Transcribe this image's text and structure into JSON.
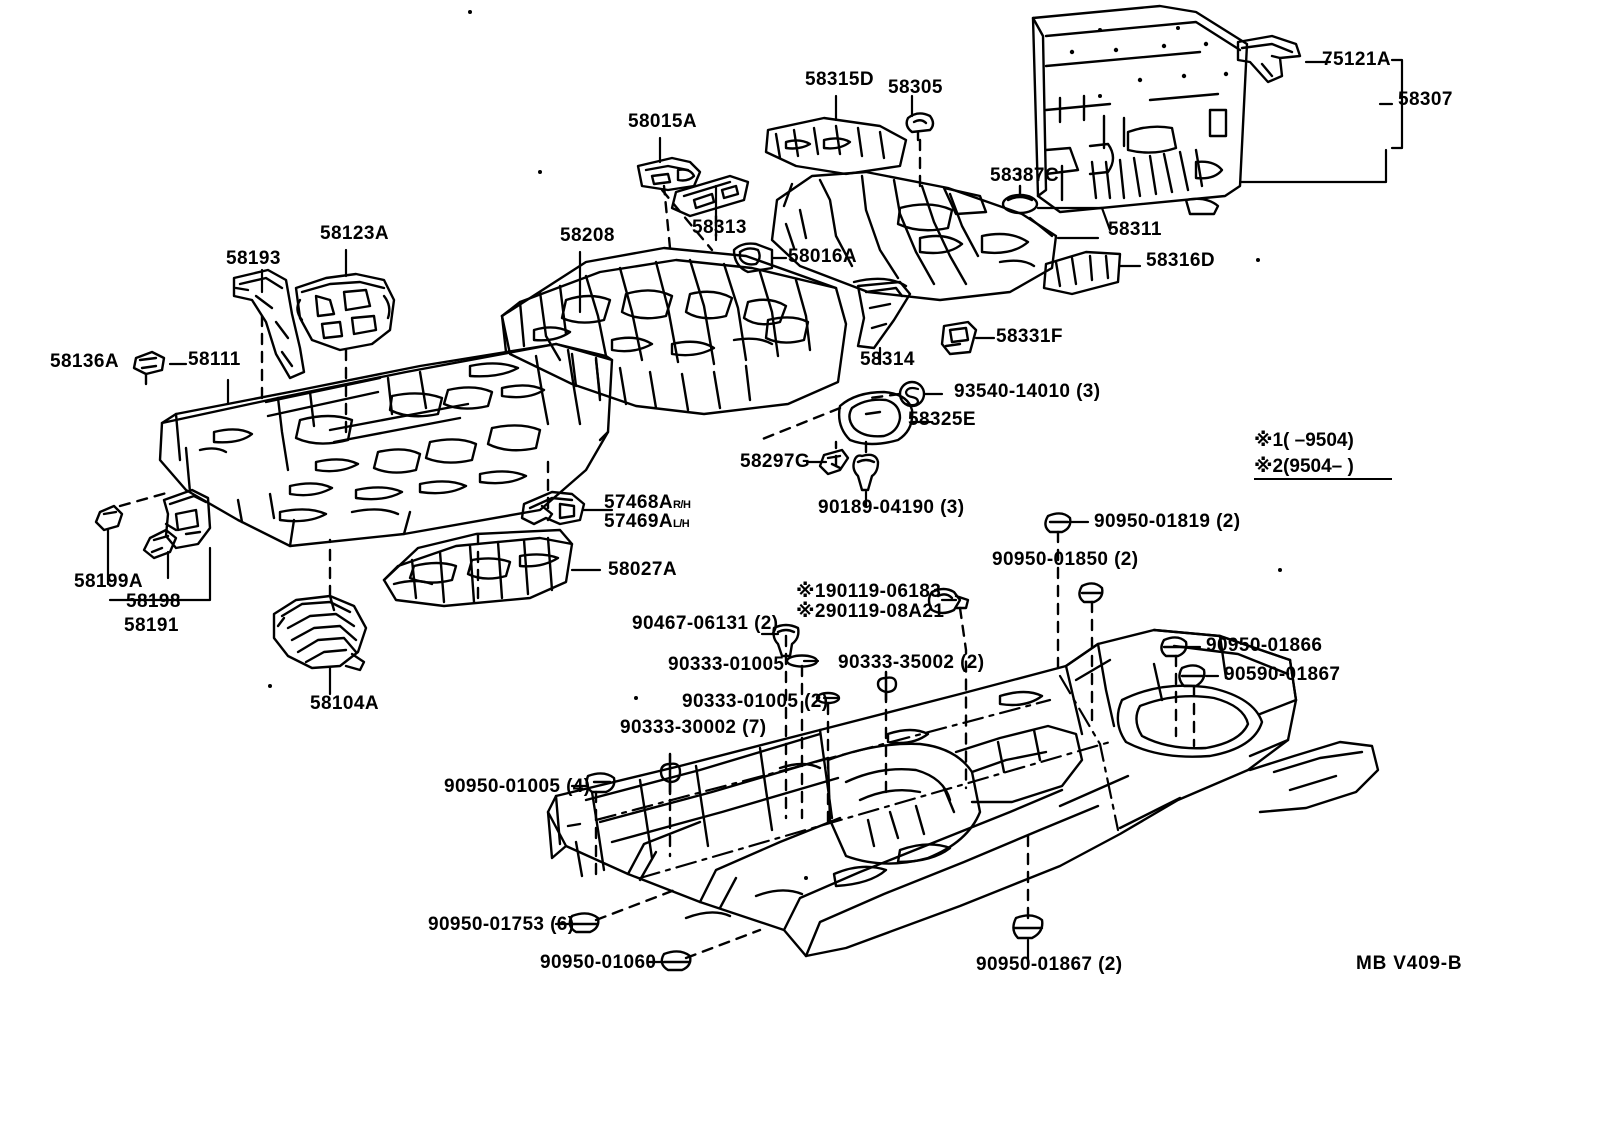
{
  "diagram": {
    "title": "Toyota Floor Pan & Floor Side Member Parts Diagram",
    "sheet_code": "MB V409-B",
    "notes": [
      {
        "mark": "※1",
        "text": "(      –9504)"
      },
      {
        "mark": "※2",
        "text": "(9504–        )"
      }
    ]
  },
  "labels": {
    "l_58315D": "58315D",
    "l_58305": "58305",
    "l_75121A": "75121A",
    "l_58307": "58307",
    "l_58015A": "58015A",
    "l_58387C": "58387C",
    "l_58208": "58208",
    "l_58313": "58313",
    "l_58016A": "58016A",
    "l_58311": "58311",
    "l_58316D": "58316D",
    "l_58123A": "58123A",
    "l_58193": "58193",
    "l_58314": "58314",
    "l_58331F": "58331F",
    "l_58136A": "58136A",
    "l_58111": "58111",
    "l_93540": "93540-14010 (3)",
    "l_58325E": "58325E",
    "l_58297G": "58297G",
    "l_90189": "90189-04190 (3)",
    "l_57468A": "57468A",
    "l_57468A_suffix": "R/H",
    "l_57469A": "57469A",
    "l_57469A_suffix": "L/H",
    "l_58027A": "58027A",
    "l_58199A": "58199A",
    "l_58198": "58198",
    "l_58191": "58191",
    "l_58104A": "58104A",
    "l_90950_01819": "90950-01819 (2)",
    "l_90950_01850": "90950-01850 (2)",
    "l_90950_01866": "90950-01866",
    "l_90590_01867": "90590-01867",
    "l_90467": "90467-06131 (2)",
    "l_90119_1_mark": "※1",
    "l_90119_1": "90119-06183",
    "l_90119_2_mark": "※2",
    "l_90119_2": "90119-08A21",
    "l_90333_01005_a": "90333-01005",
    "l_90333_35002": "90333-35002 (2)",
    "l_90333_01005_b": "90333-01005 (2)",
    "l_90333_30002": "90333-30002 (7)",
    "l_90950_01005": "90950-01005 (4)",
    "l_90950_01753": "90950-01753 (6)",
    "l_90950_01060": "90950-01060",
    "l_90950_01867": "90950-01867 (2)"
  },
  "colors": {
    "line": "#000000",
    "background": "#ffffff"
  }
}
